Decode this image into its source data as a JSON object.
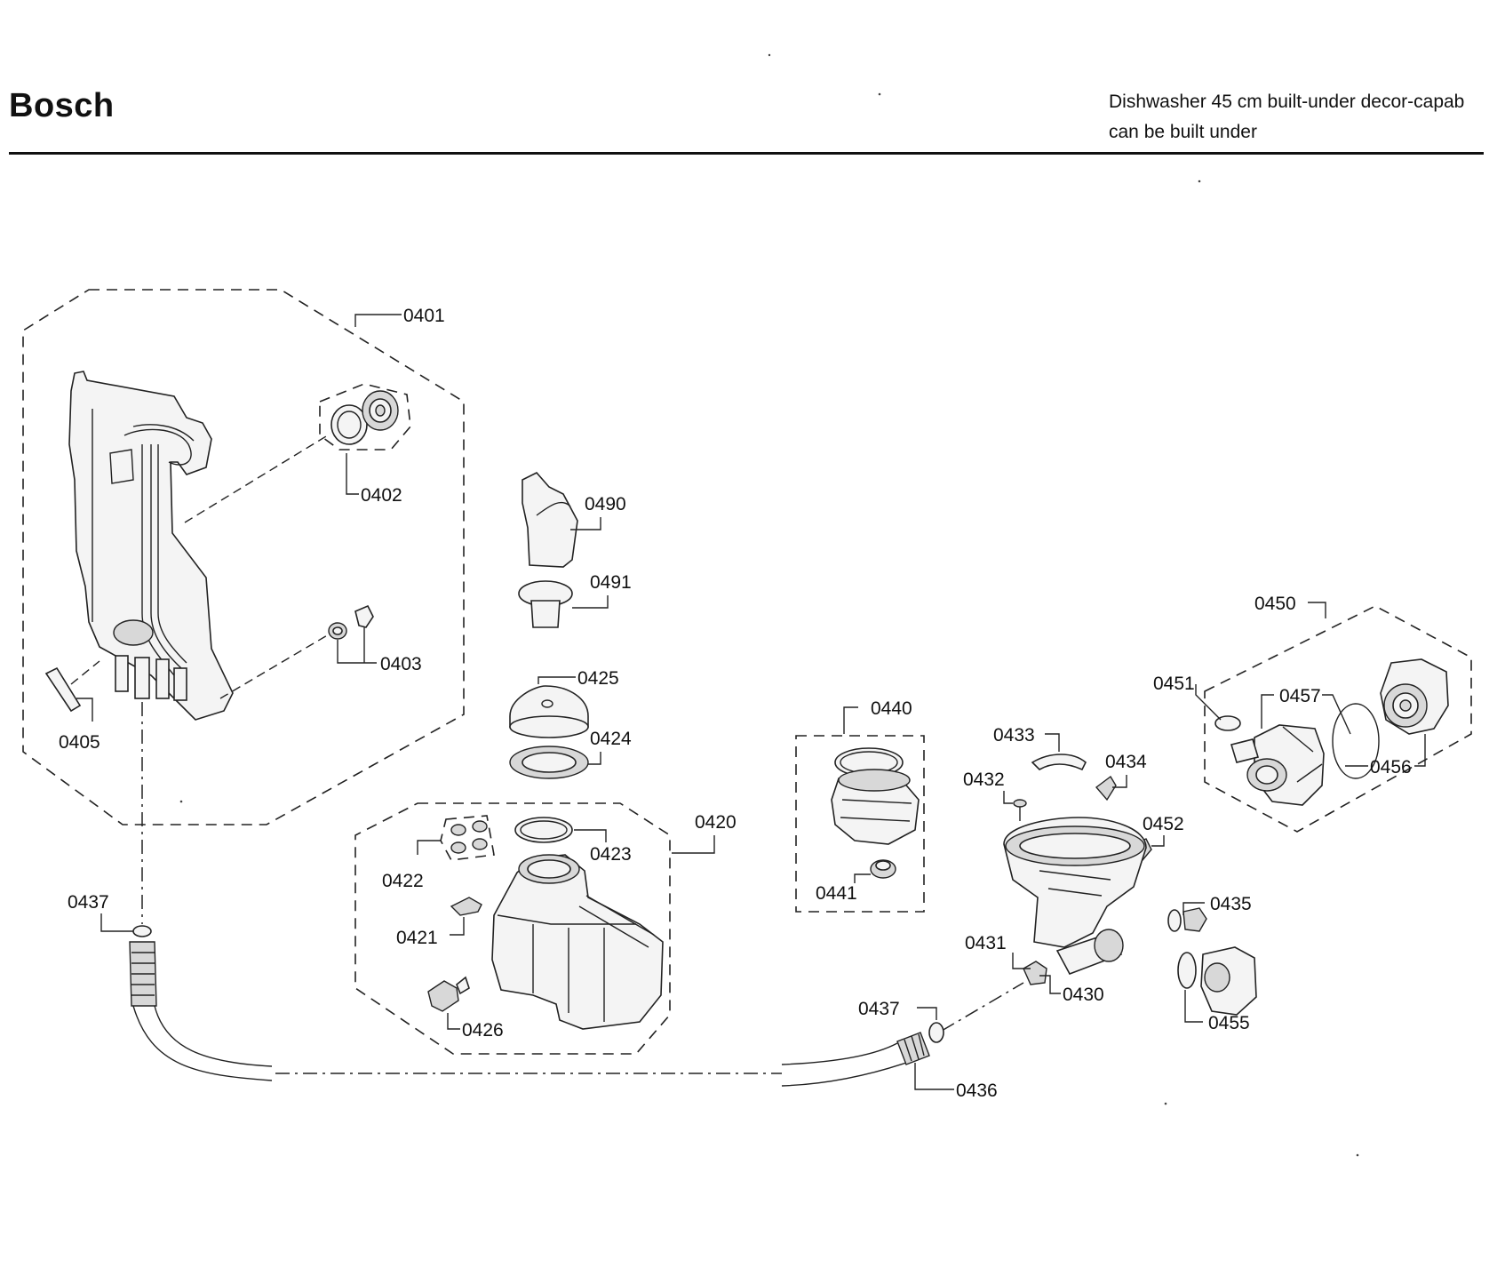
{
  "header": {
    "brand": "Bosch",
    "title_line1": "Dishwasher 45 cm built-under decor-capab",
    "title_line2": "can be built under"
  },
  "parts": {
    "p0401": "0401",
    "p0402": "0402",
    "p0403": "0403",
    "p0405": "0405",
    "p0437a": "0437",
    "p0490": "0490",
    "p0491": "0491",
    "p0425": "0425",
    "p0424": "0424",
    "p0420": "0420",
    "p0423": "0423",
    "p0422": "0422",
    "p0421": "0421",
    "p0426": "0426",
    "p0440": "0440",
    "p0441": "0441",
    "p0433": "0433",
    "p0432": "0432",
    "p0434": "0434",
    "p0452": "0452",
    "p0431": "0431",
    "p0430": "0430",
    "p0437b": "0437",
    "p0436": "0436",
    "p0450": "0450",
    "p0451": "0451",
    "p0457": "0457",
    "p0456": "0456",
    "p0435": "0435",
    "p0455": "0455"
  }
}
